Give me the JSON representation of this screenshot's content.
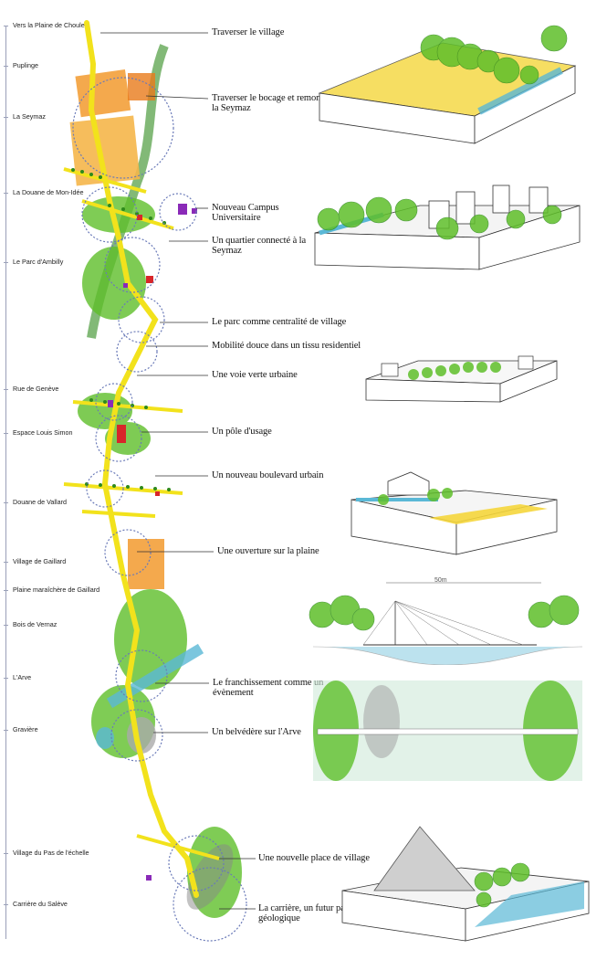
{
  "places": [
    "Vers la Plaine de Choulex",
    "Puplinge",
    "La Seymaz",
    "La Douane de Mon-Idée",
    "Le Parc d'Ambilly",
    "Rue de Genève",
    "Espace Louis Simon",
    "Douane de Vallard",
    "Village de Gaillard",
    "Plaine maraîchère de Gaillard",
    "Bois de Vernaz",
    "L'Arve",
    "Gravière",
    "Village du Pas de l'échelle",
    "Carrière du Salève"
  ],
  "annotations": [
    {
      "lines": [
        "Traverser le village"
      ]
    },
    {
      "lines": [
        "Traverser le bocage et remonter",
        "la Seymaz"
      ]
    },
    {
      "lines": [
        "Nouveau Campus",
        "Universitaire"
      ]
    },
    {
      "lines": [
        "Un quartier connecté à la",
        "Seymaz"
      ]
    },
    {
      "lines": [
        "Le parc comme centralité de village"
      ]
    },
    {
      "lines": [
        "Mobilité douce dans un tissu residentiel"
      ]
    },
    {
      "lines": [
        "Une voie verte urbaine"
      ]
    },
    {
      "lines": [
        "Un pôle d'usage"
      ]
    },
    {
      "lines": [
        "Un nouveau boulevard urbain"
      ]
    },
    {
      "lines": [
        "Une ouverture sur la plaine"
      ]
    },
    {
      "lines": [
        "Le franchissement comme un",
        "évènement"
      ]
    },
    {
      "lines": [
        "Un belvédère sur l'Arve"
      ]
    },
    {
      "lines": [
        "Une nouvelle place de village"
      ]
    },
    {
      "lines": [
        "La carrière, un futur parc",
        "géologique"
      ]
    }
  ],
  "dimension_label": "50m",
  "colors": {
    "road": "#f2e21c",
    "green": "#5fbf2a",
    "dark_green": "#2e8a1c",
    "field_orange": "#f29a2e",
    "water": "#5ab8d6",
    "building_red": "#d8262a",
    "building_purple": "#8a2ab8",
    "leader": "#333333",
    "rail": "#9aa0b8"
  }
}
